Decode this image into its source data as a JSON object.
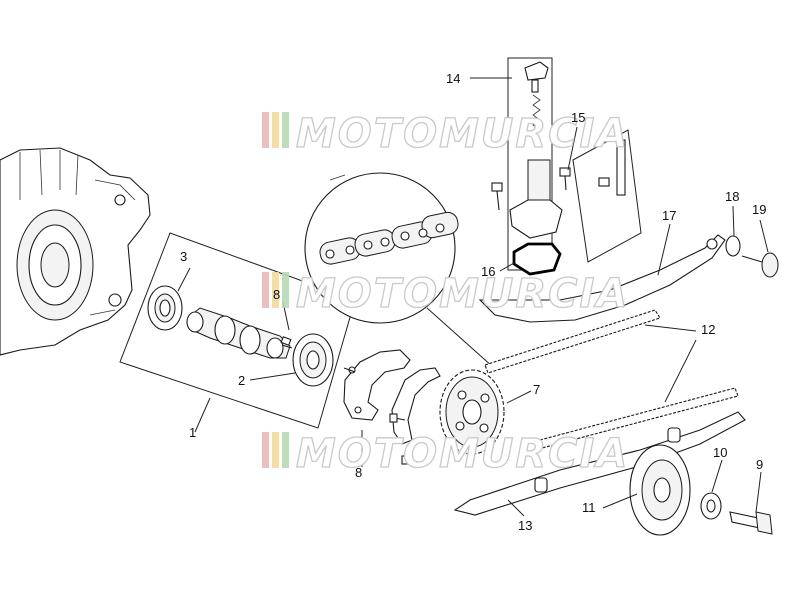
{
  "watermark": {
    "text": "MOTOMURCIA",
    "stripe_colors": [
      "#e8b8b8",
      "#f0dca0",
      "#b8d8b8"
    ]
  },
  "callouts": [
    {
      "id": "c1",
      "label": "1"
    },
    {
      "id": "c2",
      "label": "2"
    },
    {
      "id": "c3",
      "label": "3"
    },
    {
      "id": "c7",
      "label": "7"
    },
    {
      "id": "c8a",
      "label": "8"
    },
    {
      "id": "c8b",
      "label": "8"
    },
    {
      "id": "c9",
      "label": "9"
    },
    {
      "id": "c10",
      "label": "10"
    },
    {
      "id": "c11",
      "label": "11"
    },
    {
      "id": "c12",
      "label": "12"
    },
    {
      "id": "c13",
      "label": "13"
    },
    {
      "id": "c14",
      "label": "14"
    },
    {
      "id": "c15",
      "label": "15"
    },
    {
      "id": "c16",
      "label": "16"
    },
    {
      "id": "c17",
      "label": "17"
    },
    {
      "id": "c18",
      "label": "18"
    },
    {
      "id": "c19",
      "label": "19"
    }
  ]
}
